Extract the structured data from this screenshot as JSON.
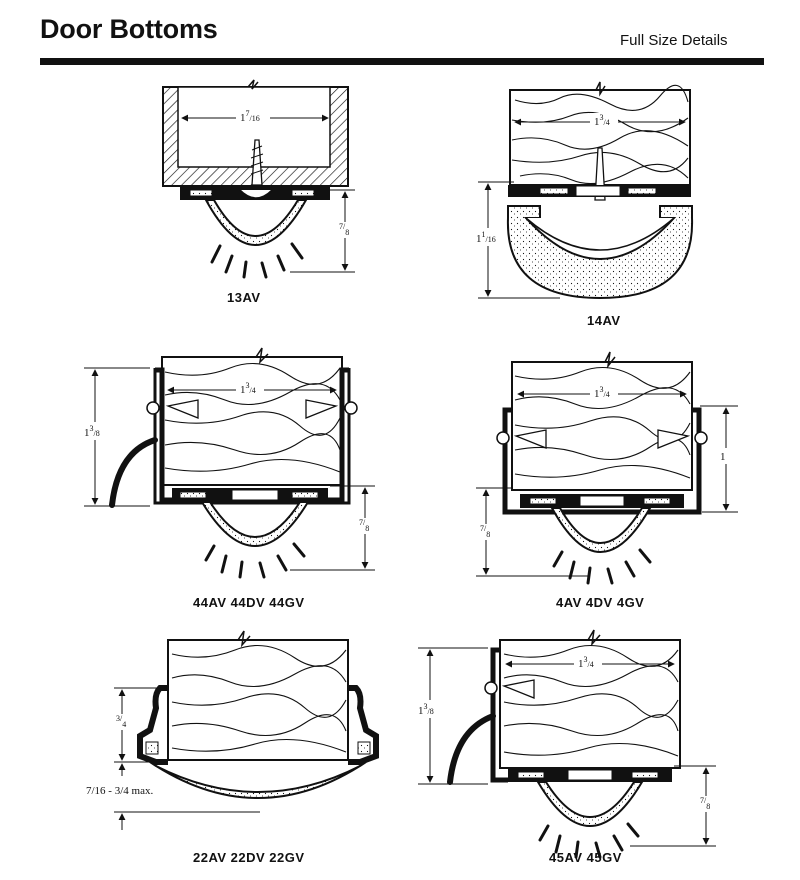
{
  "header": {
    "title": "Door Bottoms",
    "subtitle": "Full Size Details"
  },
  "details": [
    {
      "id": "13AV",
      "caption": "13AV",
      "dims": {
        "width_whole": "1",
        "width_frac_num": "7",
        "width_frac_den": "16",
        "height_num": "7",
        "height_den": "8"
      }
    },
    {
      "id": "14AV",
      "caption": "14AV",
      "dims": {
        "width_whole": "1",
        "width_frac_num": "3",
        "width_frac_den": "4",
        "height_whole": "1",
        "height_num": "1",
        "height_den": "16"
      }
    },
    {
      "id": "44AV",
      "caption": "44AV  44DV  44GV",
      "dims": {
        "width_whole": "1",
        "width_frac_num": "3",
        "width_frac_den": "4",
        "side_whole": "1",
        "side_num": "3",
        "side_den": "8",
        "height_num": "7",
        "height_den": "8"
      }
    },
    {
      "id": "4AV",
      "caption": "4AV  4DV  4GV",
      "dims": {
        "width_whole": "1",
        "width_frac_num": "3",
        "width_frac_den": "4",
        "side": "1",
        "height_num": "7",
        "height_den": "8"
      }
    },
    {
      "id": "22AV",
      "caption": "22AV  22DV  22GV",
      "dims": {
        "side_num": "3",
        "side_den": "4",
        "gap_note": "7/16 - 3/4 max."
      }
    },
    {
      "id": "45AV",
      "caption": "45AV  45GV",
      "dims": {
        "width_whole": "1",
        "width_frac_num": "3",
        "width_frac_den": "4",
        "side_whole": "1",
        "side_num": "3",
        "side_den": "8",
        "height_num": "7",
        "height_den": "8"
      }
    }
  ]
}
